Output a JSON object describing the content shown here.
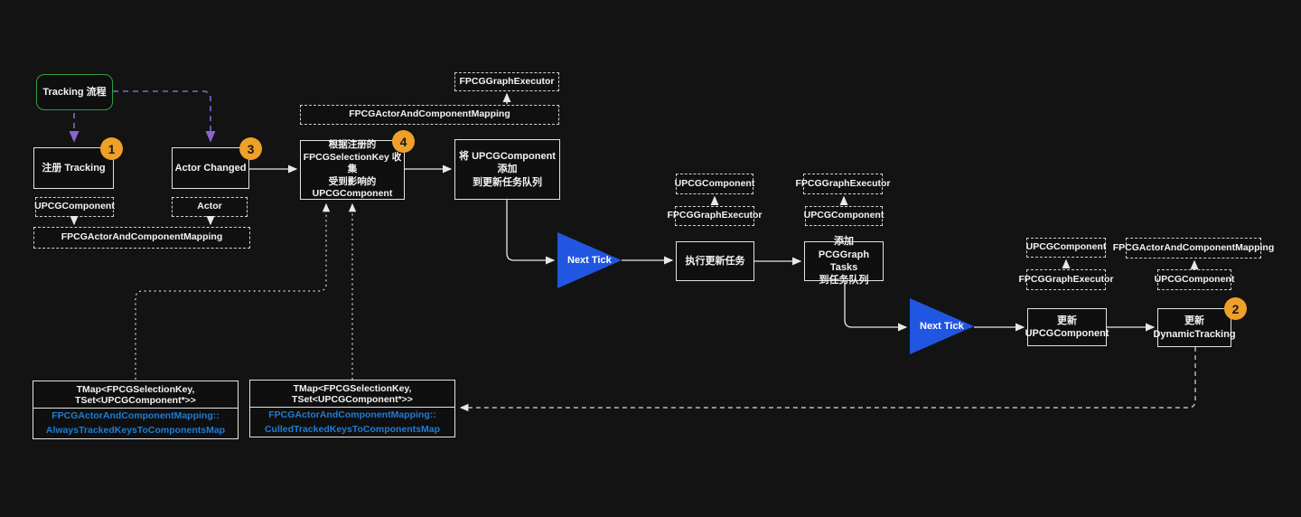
{
  "colors": {
    "background": "#131313",
    "box_border": "#e3e3e3",
    "green_border": "#2f9e44",
    "purple_arrow": "#8a63d2",
    "badge_orange": "#efa028",
    "triangle_blue": "#2156e2",
    "blue_text": "#1f7cd6"
  },
  "nodes": {
    "tracking_flow": {
      "label": "Tracking 流程"
    },
    "register_tracking": {
      "label": "注册 Tracking",
      "badge": "1"
    },
    "actor_changed": {
      "label": "Actor Changed",
      "badge": "3"
    },
    "upcg_left": {
      "label": "UPCGComponent"
    },
    "actor_param": {
      "label": "Actor"
    },
    "mapping_left": {
      "label": "FPCGActorAndComponentMapping"
    },
    "executor_top": {
      "label": "FPCGGraphExecutor"
    },
    "mapping_mid": {
      "label": "FPCGActorAndComponentMapping"
    },
    "collect": {
      "label": "根据注册的\nFPCGSelectionKey 收集\n受到影响的\nUPCGComponent",
      "badge": "4"
    },
    "enqueue_update": {
      "label": "将 UPCGComponent 添加\n到更新任务队列"
    },
    "next_tick_1": {
      "label": "Next Tick"
    },
    "upcg_above_exec": {
      "label": "UPCGComponent"
    },
    "executor_below_exec": {
      "label": "FPCGGraphExecutor"
    },
    "exec_update": {
      "label": "执行更新任务"
    },
    "executor_above_add": {
      "label": "FPCGGraphExecutor"
    },
    "upcg_below_add": {
      "label": "UPCGComponent"
    },
    "add_tasks": {
      "label": "添加\nPCGGraph Tasks\n到任务队列"
    },
    "next_tick_2": {
      "label": "Next Tick"
    },
    "upcg_above_update": {
      "label": "UPCGComponent"
    },
    "executor_below_update": {
      "label": "FPCGGraphExecutor"
    },
    "update_upcg": {
      "label": "更新\nUPCGComponent"
    },
    "mapping_right": {
      "label": "FPCGActorAndComponentMapping"
    },
    "upcg_below_mapping_right": {
      "label": "UPCGComponent"
    },
    "update_dynamic": {
      "label": "更新\nDynamicTracking",
      "badge": "2"
    },
    "tmap_always": {
      "header": "TMap<FPCGSelectionKey, TSet<UPCGComponent*>>",
      "body": "FPCGActorAndComponentMapping::\nAlwaysTrackedKeysToComponentsMap"
    },
    "tmap_culled": {
      "header": "TMap<FPCGSelectionKey, TSet<UPCGComponent*>>",
      "body": "FPCGActorAndComponentMapping::\nCulledTrackedKeysToComponentsMap"
    }
  }
}
